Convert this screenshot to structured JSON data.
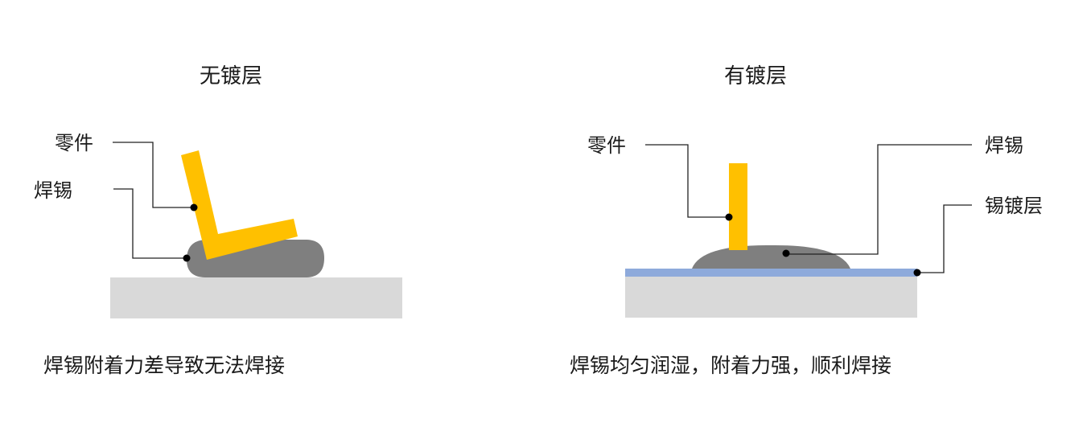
{
  "left_panel": {
    "title": "无镀层",
    "labels": {
      "part": "零件",
      "solder": "焊锡"
    },
    "caption": "焊锡附着力差导致无法焊接"
  },
  "right_panel": {
    "title": "有镀层",
    "labels": {
      "part": "零件",
      "solder": "焊锡",
      "plating": "锡镀层"
    },
    "caption": "焊锡均匀润湿，附着力强，顺利焊接"
  },
  "colors": {
    "part": "#ffc000",
    "solder": "#7f7f7f",
    "substrate": "#d9d9d9",
    "plating": "#8eaadb",
    "leader": "#222222",
    "text": "#1a1a1a"
  }
}
